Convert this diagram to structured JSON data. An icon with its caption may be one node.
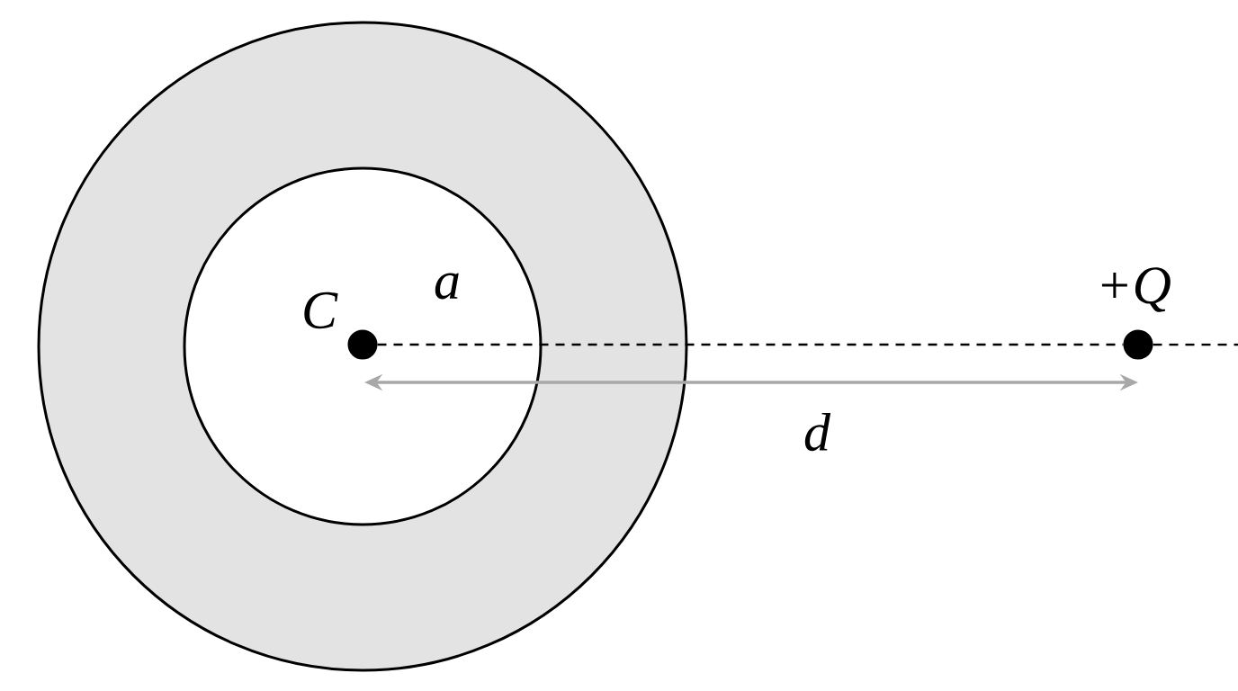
{
  "diagram": {
    "nodes": [
      {
        "text": [],
        "shape": "circle"
      },
      {
        "text": [],
        "shape": "circle",
        "in": 0
      },
      {
        "text": [],
        "shape": "circle",
        "in": 1,
        "beside": [
          "C"
        ]
      },
      {
        "text": [],
        "shape": "circle",
        "beside": [
          "+Q"
        ]
      }
    ],
    "edges": [
      {
        "from": 2,
        "to": 3,
        "arrow": "none",
        "style": "dashed"
      }
    ],
    "labels": [
      "a",
      "d"
    ]
  }
}
